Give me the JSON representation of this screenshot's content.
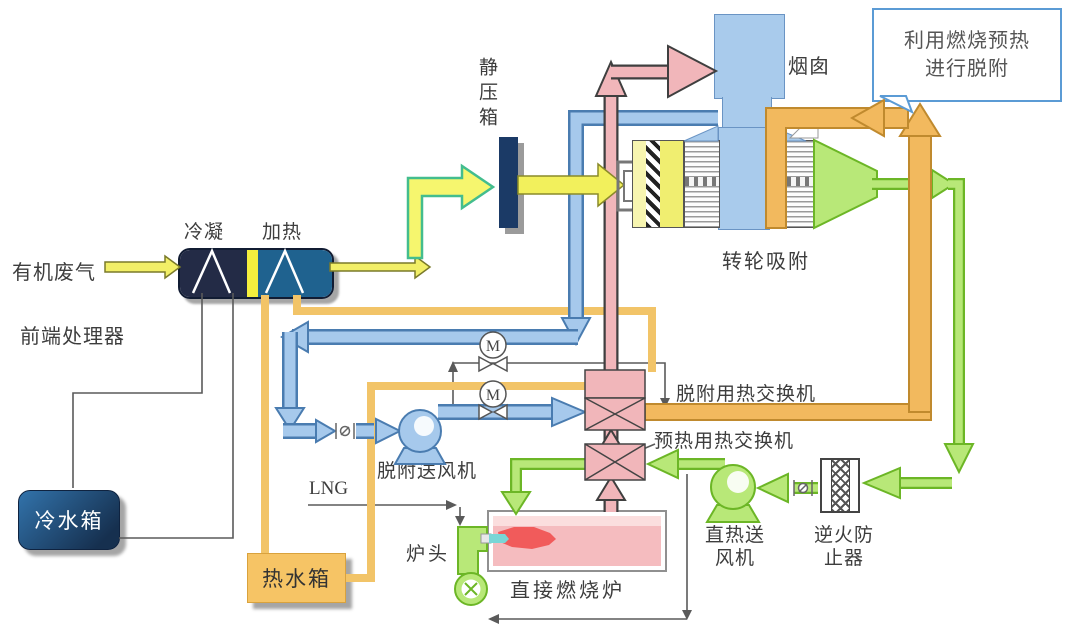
{
  "palette": {
    "yellow": "#f2ef67",
    "unitYellow": "#f5ef3d",
    "greenArrowBorder": "#43bd8e",
    "bluePipe": "#a6c9ec",
    "bluePipeBorder": "#4a7cb0",
    "pink": "#f1b6ba",
    "orange": "#f2b95e",
    "orangeBorder": "#c08a2e",
    "hotOrange": "#f2c468",
    "green": "#b8e878",
    "greenBorder": "#6cb626",
    "chimneyBlue": "#a9cbec",
    "tankOrange": "#f6c465",
    "calloutBorder": "#5b9bd5",
    "flameRed": "#f15b5b",
    "flameCyan": "#7ad6d6"
  },
  "diagram": {
    "labels": {
      "organic_waste_gas": "有机废气",
      "front_processor": "前端处理器",
      "condense": "冷凝",
      "heat": "加热",
      "static_pressure_box": "静压箱",
      "chimney": "烟囱",
      "rotary_wheel": "转轮吸附",
      "desorption_hx": "脱附用热交换机",
      "preheat_hx": "预热用热交换机",
      "desorption_fan": "脱附送风机",
      "cold_water_tank": "冷水箱",
      "hot_water_tank": "热水箱",
      "lng": "LNG",
      "burner_head": "炉头",
      "furnace": "直接燃烧炉",
      "direct_fan_line1": "直热送",
      "direct_fan_line2": "风机",
      "flashback_line1": "逆火防",
      "flashback_line2": "止器",
      "callout_line1": "利用燃烧预热",
      "callout_line2": "进行脱附",
      "motor_valve": "M"
    }
  }
}
